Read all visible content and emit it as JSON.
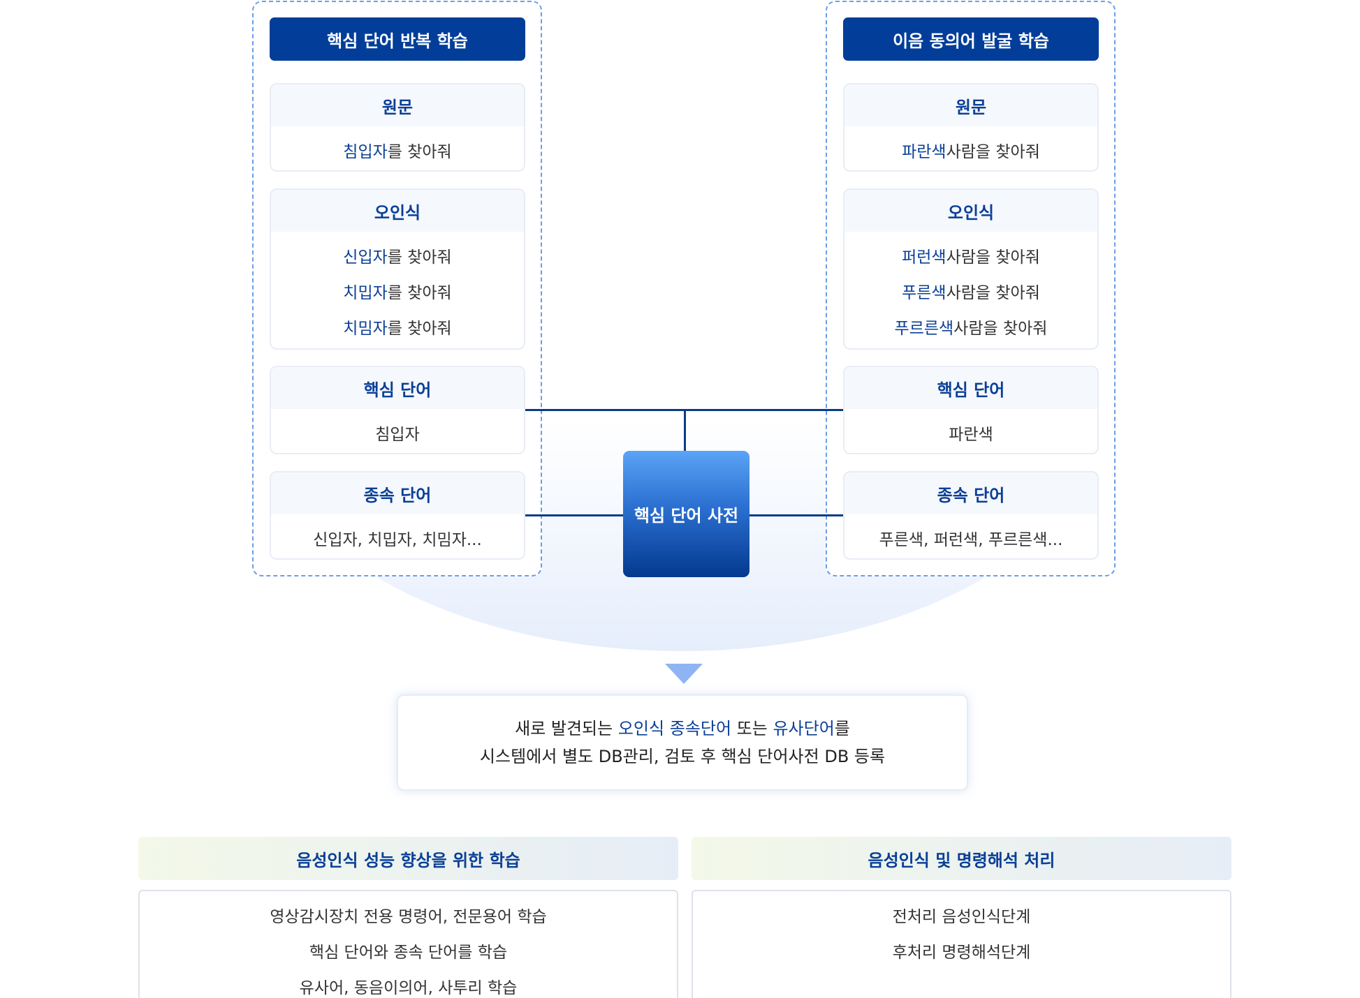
{
  "left_group": {
    "header": "핵심 단어 반복 학습",
    "original": {
      "title": "원문",
      "rows": [
        {
          "hl": "침입자",
          "rest": "를 찾아줘"
        }
      ]
    },
    "misrecognition": {
      "title": "오인식",
      "rows": [
        {
          "hl": "신입자",
          "rest": "를 찾아줘"
        },
        {
          "hl": "치밉자",
          "rest": "를 찾아줘"
        },
        {
          "hl": "치밈자",
          "rest": "를 찾아줘"
        }
      ]
    },
    "core_word": {
      "title": "핵심 단어",
      "value": "침입자"
    },
    "sub_word": {
      "title": "종속 단어",
      "value": "신입자, 치밉자, 치밈자..."
    }
  },
  "right_group": {
    "header": "이음 동의어 발굴 학습",
    "original": {
      "title": "원문",
      "rows": [
        {
          "hl": "파란색",
          "rest": " 사람을 찾아줘"
        }
      ]
    },
    "misrecognition": {
      "title": "오인식",
      "rows": [
        {
          "hl": "퍼런색",
          "rest": " 사람을 찾아줘"
        },
        {
          "hl": "푸른색",
          "rest": " 사람을 찾아줘"
        },
        {
          "hl": "푸르른색",
          "rest": " 사람을 찾아줘"
        }
      ]
    },
    "core_word": {
      "title": "핵심 단어",
      "value": "파란색"
    },
    "sub_word": {
      "title": "종속 단어",
      "value": "푸른색, 퍼런색, 푸르른색..."
    }
  },
  "dictionary": {
    "label": "핵심 단어 사전"
  },
  "note": {
    "line1": {
      "t1": "새로 발견되는 ",
      "h1": "오인식 종속단어",
      "t2": " 또는 ",
      "h2": "유사단어",
      "t3": "를"
    },
    "line2": "시스템에서 별도 DB관리, 검토 후 핵심 단어사전 DB 등록"
  },
  "bottom_left": {
    "header": "음성인식 성능 향상을 위한 학습",
    "items": [
      "영상감시장치 전용 명령어, 전문용어 학습",
      "핵심 단어와 종속 단어를 학습",
      "유사어, 동음이의어, 사투리 학습"
    ]
  },
  "bottom_right": {
    "header": "음성인식 및 명령해석 처리",
    "items": [
      "전처리 음성인식단계",
      "후처리 명령해석단계"
    ]
  },
  "colors": {
    "brand_navy": "#023e99",
    "highlight": "#0a3f96",
    "dashed_border": "#6a9ee8"
  }
}
